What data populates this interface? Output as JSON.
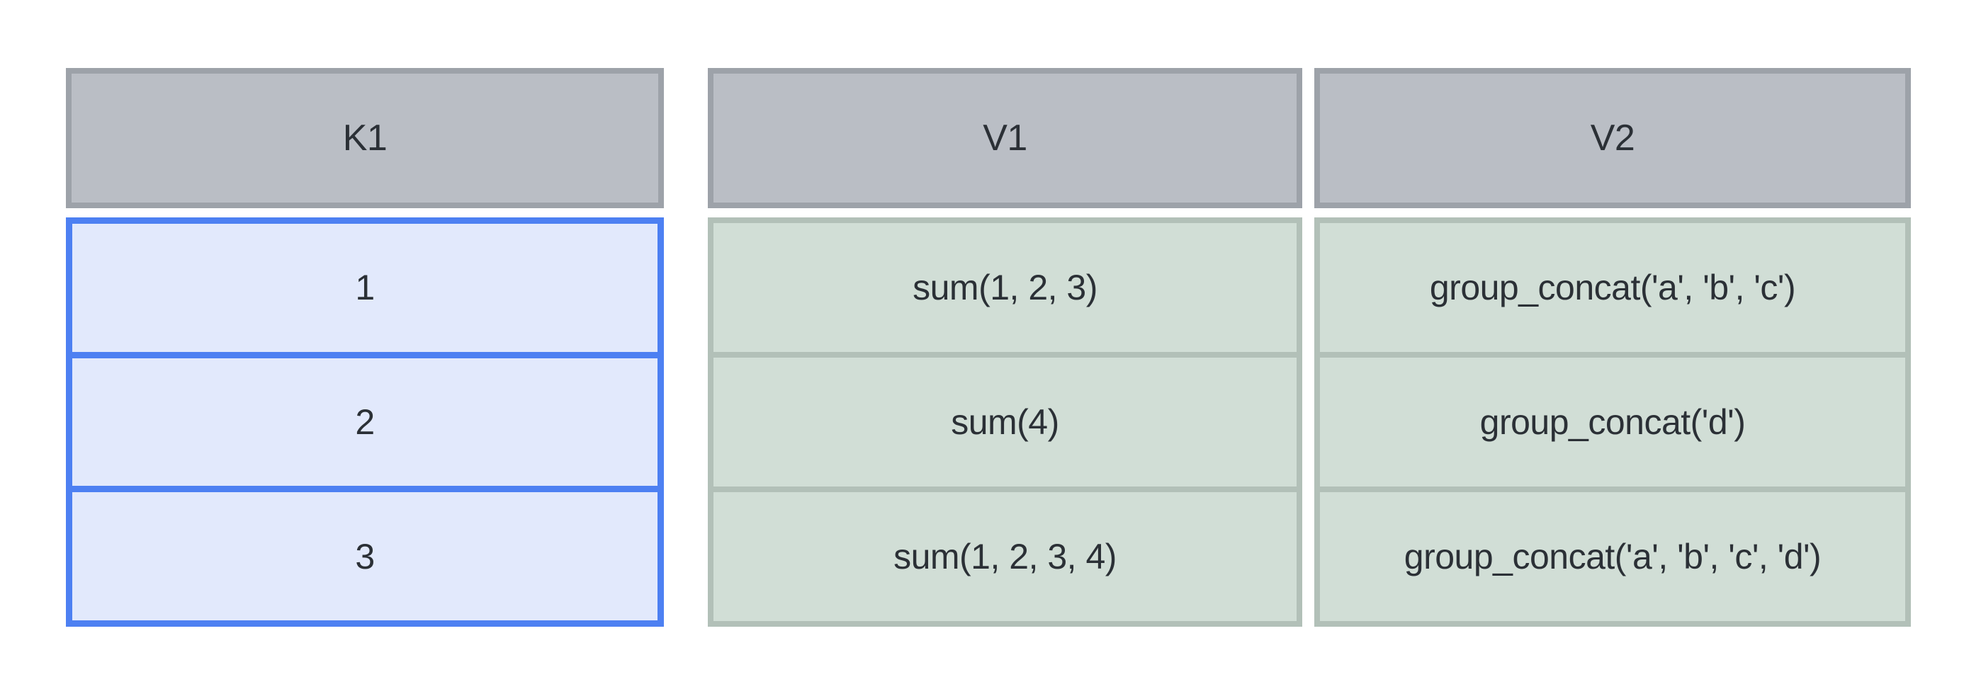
{
  "table": {
    "columns": [
      {
        "id": "K1",
        "header": "K1",
        "role": "group-key-column",
        "cells": [
          "1",
          "2",
          "3"
        ]
      },
      {
        "id": "V1",
        "header": "V1",
        "role": "aggregate-value-column",
        "cells": [
          "sum(1, 2, 3)",
          "sum(4)",
          "sum(1, 2, 3, 4)"
        ]
      },
      {
        "id": "V2",
        "header": "V2",
        "role": "aggregate-value-column",
        "cells": [
          "group_concat('a', 'b', 'c')",
          "group_concat('d')",
          "group_concat('a', 'b', 'c', 'd')"
        ]
      }
    ]
  },
  "colors": {
    "background": "#ffffff",
    "header_fill": "#babec5",
    "header_border": "#9da2a9",
    "key_fill": "#e2e9fc",
    "key_border": "#4d80f2",
    "value_fill": "#d1ded6",
    "value_border": "#b2c0b8",
    "text": "#2b3036"
  }
}
